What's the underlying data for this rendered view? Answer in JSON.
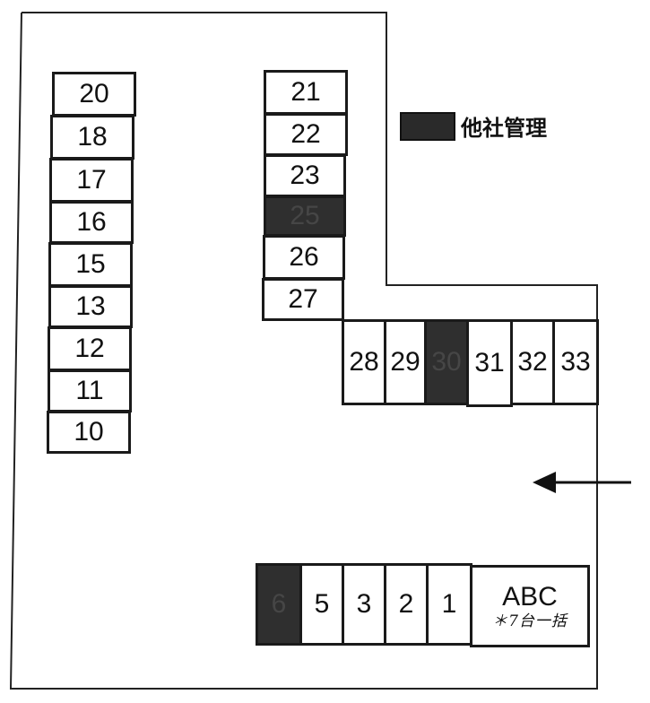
{
  "map": {
    "legend": {
      "label": "他社管理",
      "swatch_color": "#2a2a2a",
      "dark_text_color": "#5a5a5a"
    },
    "entrance_arrow": {
      "icon": "arrow-left-icon"
    },
    "left_column": [
      {
        "label": "20"
      },
      {
        "label": "18"
      },
      {
        "label": "17"
      },
      {
        "label": "16"
      },
      {
        "label": "15"
      },
      {
        "label": "13"
      },
      {
        "label": "12"
      },
      {
        "label": "11"
      },
      {
        "label": "10"
      }
    ],
    "middle_column": [
      {
        "label": "21"
      },
      {
        "label": "22"
      },
      {
        "label": "23"
      },
      {
        "label": "25",
        "other_company": true
      },
      {
        "label": "26"
      },
      {
        "label": "27"
      }
    ],
    "right_row": [
      {
        "label": "28"
      },
      {
        "label": "29"
      },
      {
        "label": "30",
        "other_company": true
      },
      {
        "label": "31"
      },
      {
        "label": "32"
      },
      {
        "label": "33"
      }
    ],
    "bottom_row": [
      {
        "label": "6",
        "other_company": true
      },
      {
        "label": "5"
      },
      {
        "label": "3"
      },
      {
        "label": "2"
      },
      {
        "label": "1"
      }
    ],
    "abc_space": {
      "label": "ABC",
      "note": "＊7台一括"
    }
  }
}
